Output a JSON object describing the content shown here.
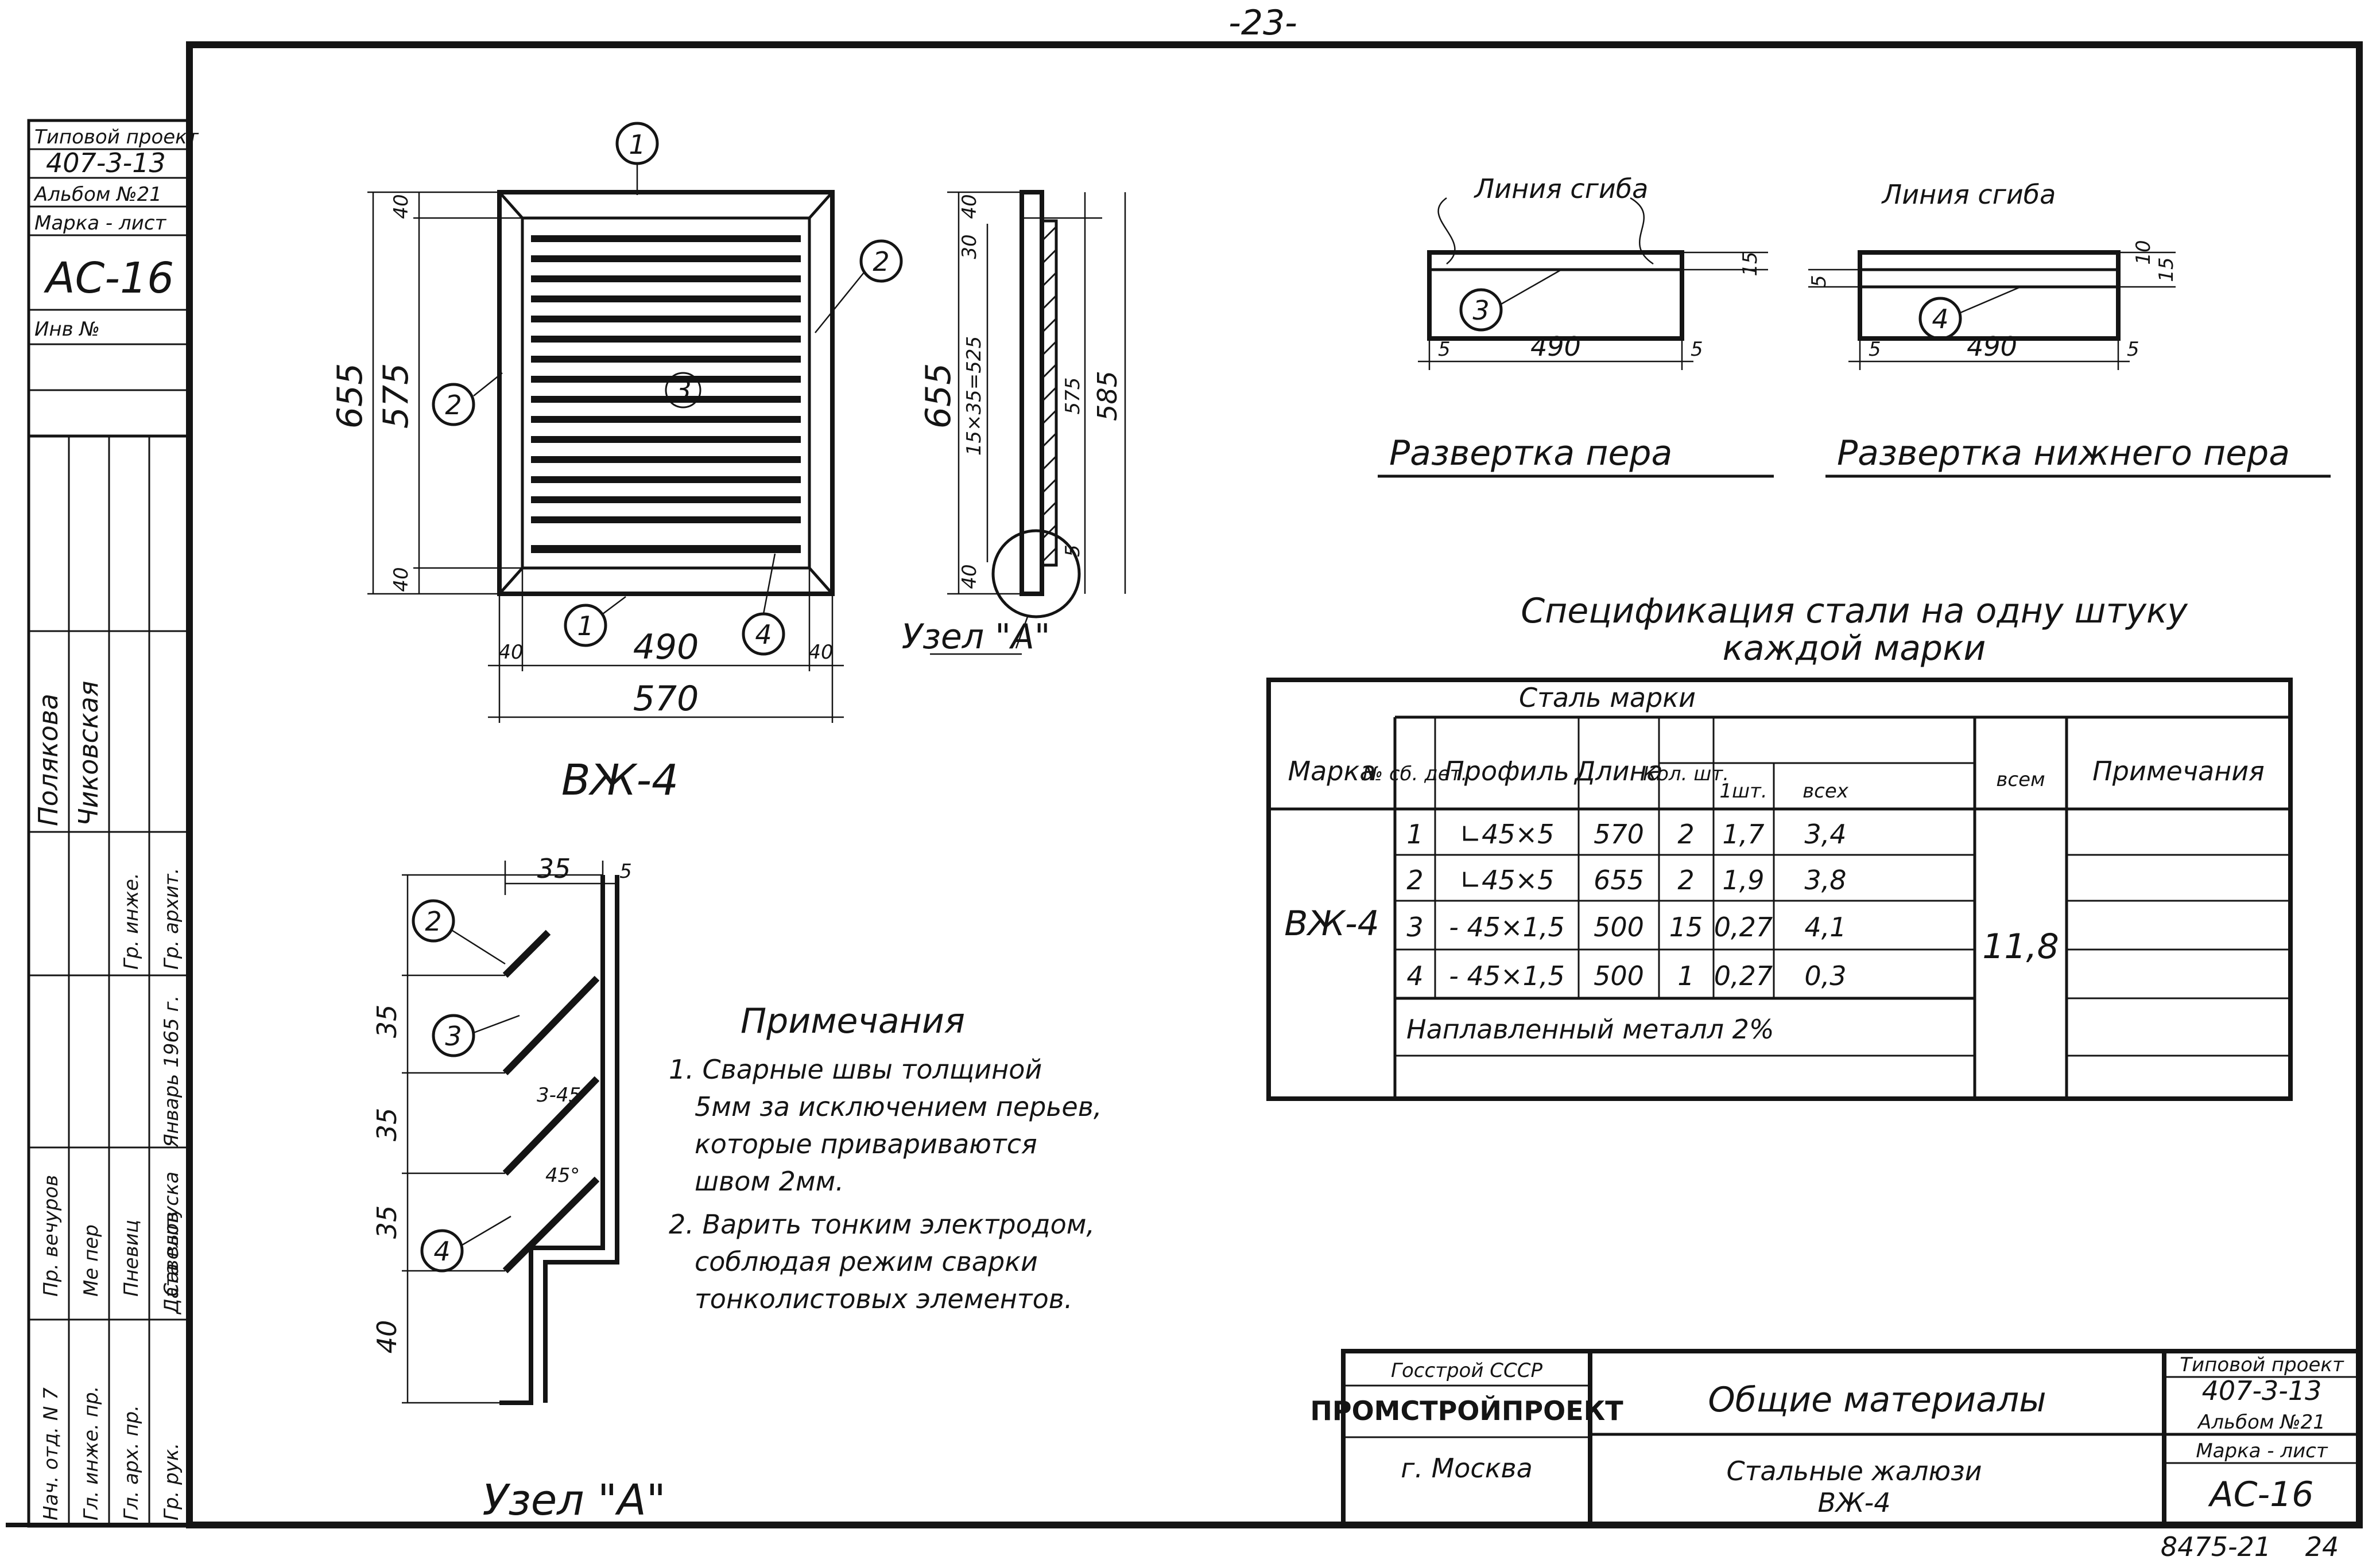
{
  "page_number": "-23-",
  "sidebar_stamp": {
    "project_label": "Типовой проект",
    "project_code": "407-3-13",
    "album": "Альбом №21",
    "mark_sheet_label": "Марка - лист",
    "mark_sheet": "АС-16",
    "inv_label": "Инв №"
  },
  "sidebar_signatures": {
    "roles": [
      "Нач. отд. N 7",
      "Гл. инже. пр.",
      "Гл. арх. пр.",
      "Гр. рук."
    ],
    "roles2": [
      "Пр. вечуров",
      "Ме пер",
      "Пневиц",
      "Савелов"
    ],
    "roles3": [
      "Гр. инже.",
      "Гр. архит."
    ],
    "names_vertical": [
      "Полякова",
      "Чиковская"
    ],
    "release_label": "Дата выпуска",
    "release_value": "Январь 1965 г."
  },
  "front_view": {
    "title": "ВЖ-4",
    "dims": {
      "height_total": "655",
      "height_inner": "575",
      "top_edge": "40",
      "bottom_edge": "40",
      "width_inner": "490",
      "left_edge": "40",
      "right_edge": "40",
      "width_total": "570"
    },
    "callouts": [
      "1",
      "2",
      "2",
      "3",
      "1",
      "4"
    ]
  },
  "side_view": {
    "dims": {
      "height_total": "655",
      "pitch": "15×35=525",
      "height_1": "575",
      "height_2": "585",
      "top_a": "40",
      "top_b": "30",
      "bottom_a": "40",
      "bottom_b": "5"
    },
    "node_label": "Узел \"А\""
  },
  "node_detail": {
    "title": "Узел \"А\"",
    "dims": {
      "top": "35",
      "top_small": "5",
      "p1": "35",
      "p2": "35",
      "p3": "35",
      "bottom": "40",
      "blade": "3-45",
      "angle": "45°"
    },
    "callouts": [
      "2",
      "3",
      "4"
    ]
  },
  "notes": {
    "heading": "Примечания",
    "items": [
      "1. Сварные швы толщиной",
      "5мм за исключением перьев,",
      "которые привариваются",
      "швом 2мм.",
      "2. Варить тонким электродом,",
      "соблюдая режим сварки",
      "тонколистовых элементов."
    ]
  },
  "blade_unfold": {
    "fold_line_1": "Линия сгиба",
    "fold_line_2": "Линия сгиба",
    "caption_1": "Развертка пера",
    "caption_2": "Развертка нижнего пера",
    "dims_1": {
      "length": "490",
      "left": "5",
      "right": "5",
      "h": "15"
    },
    "dims_2": {
      "length": "490",
      "left": "5",
      "right": "5",
      "h1": "10",
      "h2": "15",
      "h3": "5"
    },
    "callout_1": "3",
    "callout_2": "4"
  },
  "spec": {
    "title_line1": "Спецификация стали на одну штуку",
    "title_line2": "каждой марки",
    "group_header": "Сталь марки",
    "headers": [
      "Марка",
      "№ сб. дет.",
      "Профиль",
      "Длина",
      "Кол. шт.",
      "1шт.",
      "всех",
      "Примечания"
    ],
    "weight_header": "всем",
    "mark": "ВЖ-4",
    "rows": [
      {
        "n": "1",
        "profile": "∟45×5",
        "length": "570",
        "qty": "2",
        "w1": "1,7",
        "wall": "3,4"
      },
      {
        "n": "2",
        "profile": "∟45×5",
        "length": "655",
        "qty": "2",
        "w1": "1,9",
        "wall": "3,8"
      },
      {
        "n": "3",
        "profile": "- 45×1,5",
        "length": "500",
        "qty": "15",
        "w1": "0,27",
        "wall": "4,1"
      },
      {
        "n": "4",
        "profile": "- 45×1,5",
        "length": "500",
        "qty": "1",
        "w1": "0,27",
        "wall": "0,3"
      }
    ],
    "total": "11,8",
    "weld_metal": "Наплавленный металл 2%"
  },
  "title_block": {
    "org_1": "Госстрой СССР",
    "org_2": "ПРОМСТРОЙПРОЕКТ",
    "city": "г. Москва",
    "section": "Общие материалы",
    "drawing": "Стальные жалюзи",
    "drawing_mark": "ВЖ-4",
    "project_label": "Типовой проект",
    "project_code": "407-3-13",
    "album": "Альбом №21",
    "mark_sheet_label": "Марка - лист",
    "mark_sheet": "АС-16"
  },
  "footer": {
    "archive_no": "8475-21",
    "page": "24"
  }
}
